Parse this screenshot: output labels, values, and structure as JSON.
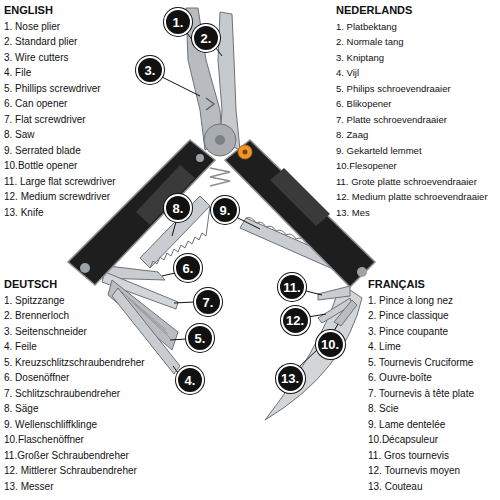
{
  "diagram": {
    "nodes": [
      {
        "text": [
          "1."
        ]
      },
      {
        "text": [
          "2."
        ]
      },
      {
        "text": [
          "3."
        ]
      },
      {
        "text": [
          "4."
        ]
      },
      {
        "text": [
          "5."
        ]
      },
      {
        "text": [
          "6."
        ]
      },
      {
        "text": [
          "7."
        ]
      },
      {
        "text": [
          "8."
        ]
      },
      {
        "text": [
          "9."
        ]
      },
      {
        "text": [
          "10."
        ]
      },
      {
        "text": [
          "11."
        ]
      },
      {
        "text": [
          "12."
        ]
      },
      {
        "text": [
          "13."
        ]
      }
    ],
    "labels": [
      "ENGLISH",
      "1. Nose plier",
      "2. Standard plier",
      "3. Wire cutters",
      "4. File",
      "5. Phillips screwdriver",
      "6. Can opener",
      "7. Flat screwdriver",
      "8. Saw",
      "9. Serrated blade",
      "10.Bottle opener",
      "11. Large flat screwdriver",
      "12. Medium screwdriver",
      "13. Knife",
      "NEDERLANDS",
      "1. Platbektang",
      "2. Normale tang",
      "3. Kniptang",
      "4. Vijl",
      "5. Philips schroevendraaier",
      "6. Blikopener",
      "7. Platte schroevendraaier",
      "8. Zaag",
      "9. Gekarteld lemmet",
      "10.Flesopener",
      "11. Grote platte schroevendraaier",
      "12. Medium platte schroevendraaier",
      "13. Mes",
      "DEUTSCH",
      "1. Spitzzange",
      "2. Brennerloch",
      "3. Seitenschneider",
      "4. Feile",
      "5. Kreuzschlitzschraubendreher",
      "6. Dosenöffner",
      "7. Schlitzschraubendreher",
      "8. Säge",
      "9. Wellenschliffklinge",
      "10.Flaschenöffner",
      "11.Großer Schraubendreher",
      "12. Mittlerer Schraubendreher",
      "13. Messer",
      "FRANÇAIS",
      "1. Pince à long nez",
      "2. Pince classique",
      "3. Pince coupante",
      "4. Lime",
      "5. Tournevis Cruciforme",
      "6. Ouvre-boîte",
      "7. Tournevis à tête plate",
      "8. Scie",
      "9. Lame dentelée",
      "10.Décapsuleur",
      "11. Gros tournevis",
      "12. Tournevis moyen",
      "13. Couteau"
    ]
  }
}
